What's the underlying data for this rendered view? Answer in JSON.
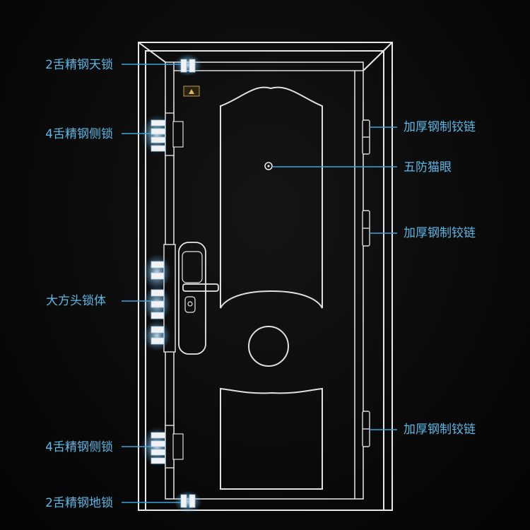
{
  "left_labels": [
    {
      "id": "top-lock",
      "text": "2舌精钢天锁"
    },
    {
      "id": "side-lock-upper",
      "text": "4舌精钢侧锁"
    },
    {
      "id": "lock-body",
      "text": "大方头锁体"
    },
    {
      "id": "side-lock-lower",
      "text": "4舌精钢侧锁"
    },
    {
      "id": "bottom-lock",
      "text": "2舌精钢地锁"
    }
  ],
  "right_labels": [
    {
      "id": "hinge-upper",
      "text": "加厚钢制铰链"
    },
    {
      "id": "peephole",
      "text": "五防猫眼"
    },
    {
      "id": "hinge-middle",
      "text": "加厚钢制铰链"
    },
    {
      "id": "hinge-lower",
      "text": "加厚钢制铰链"
    }
  ],
  "colors": {
    "background": "#050505",
    "outline": "#e6e6e6",
    "label": "#5bb8e6",
    "leader": "#3fa3d9",
    "glow": "#9fd6ff"
  }
}
